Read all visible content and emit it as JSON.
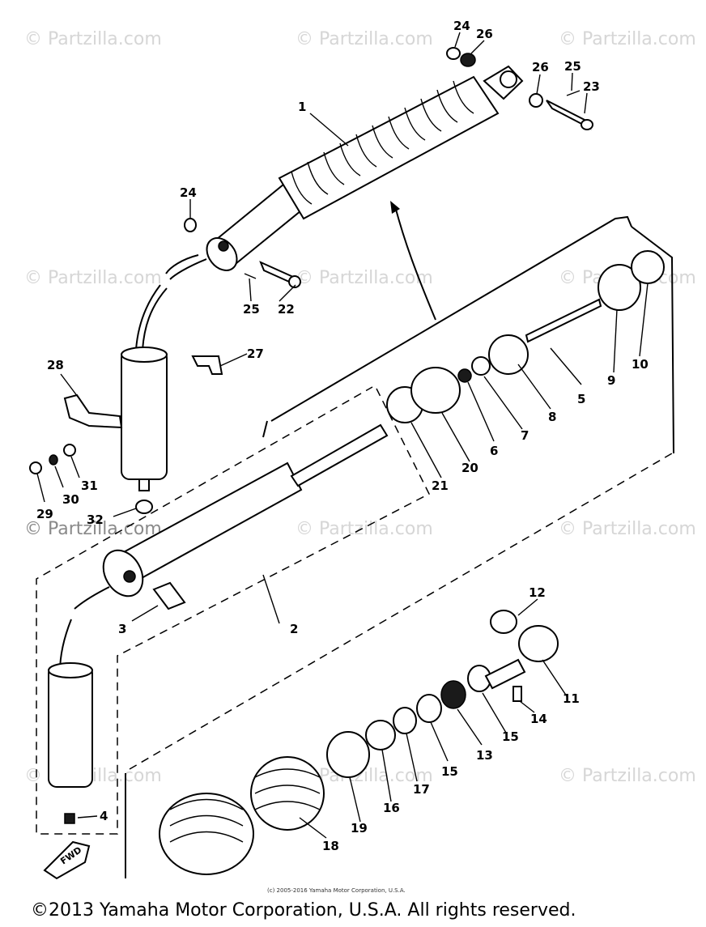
{
  "watermarks": [
    "© Partzilla.com",
    "© Partzilla.com",
    "© Partzilla.com",
    "© Partzilla.com",
    "© Partzilla.com",
    "© Partzilla.com",
    "© Partzilla.com",
    "© Partzilla.com",
    "© Partzilla.com",
    "© Partzilla.com",
    "© Partzilla.com",
    "© Partzilla.com"
  ],
  "callouts": {
    "c1": "1",
    "c2": "2",
    "c3": "3",
    "c4": "4",
    "c5": "5",
    "c6": "6",
    "c7": "7",
    "c8": "8",
    "c9": "9",
    "c10": "10",
    "c11": "11",
    "c12": "12",
    "c13": "13",
    "c14": "14",
    "c15a": "15",
    "c15b": "15",
    "c16": "16",
    "c17": "17",
    "c18": "18",
    "c19": "19",
    "c20": "20",
    "c21": "21",
    "c22": "22",
    "c23": "23",
    "c24a": "24",
    "c24b": "24",
    "c25a": "25",
    "c25b": "25",
    "c26a": "26",
    "c26b": "26",
    "c27": "27",
    "c28": "28",
    "c29": "29",
    "c30": "30",
    "c31": "31",
    "c32": "32"
  },
  "fwd_label": "FWD",
  "small_copyright": "(c) 2005-2016 Yamaha Motor Corporation, U.S.A.",
  "copyright": "©2013 Yamaha Motor Corporation, U.S.A. All rights reserved."
}
